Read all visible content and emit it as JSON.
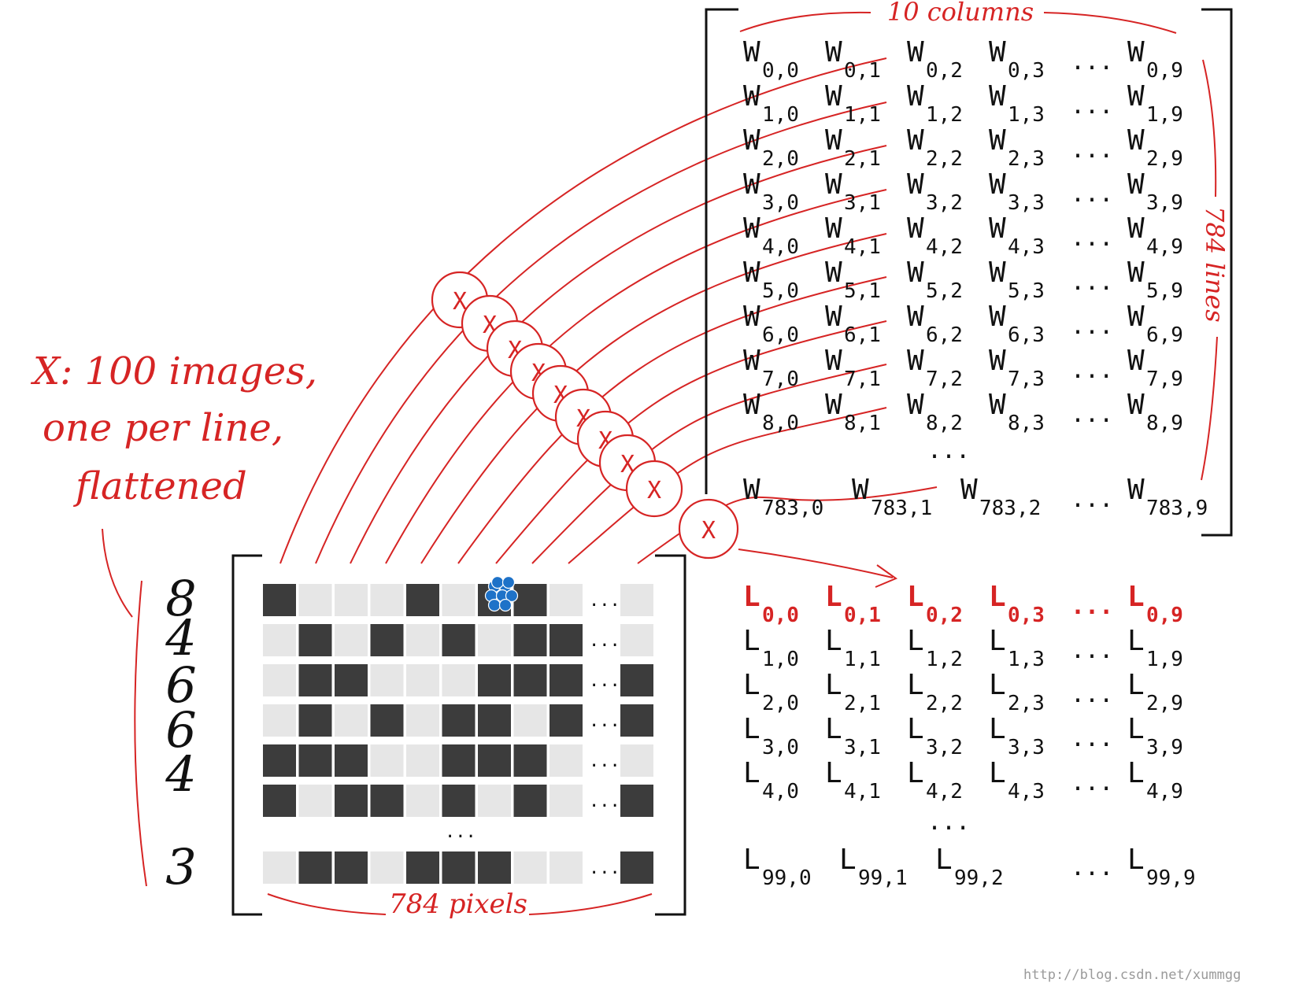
{
  "annotations": {
    "x_label_lines": [
      "X: 100 images,",
      "one per line,",
      "flattened"
    ],
    "columns_label": "10 columns",
    "lines_label": "784 lines",
    "pixels_label": "784 pixels",
    "watermark": "http://blog.csdn.net/xummgg"
  },
  "symbols": {
    "weight": "W",
    "logit": "L",
    "multiply": "X",
    "ellipsis": "..."
  },
  "digits": [
    "8",
    "4",
    "6",
    "6",
    "4",
    "3"
  ],
  "weights": {
    "visible_rows": [
      {
        "label": "W",
        "subs": [
          "0,0",
          "0,1",
          "0,2",
          "0,3",
          "0,9"
        ]
      },
      {
        "label": "W",
        "subs": [
          "1,0",
          "1,1",
          "1,2",
          "1,3",
          "1,9"
        ]
      },
      {
        "label": "W",
        "subs": [
          "2,0",
          "2,1",
          "2,2",
          "2,3",
          "2,9"
        ]
      },
      {
        "label": "W",
        "subs": [
          "3,0",
          "3,1",
          "3,2",
          "3,3",
          "3,9"
        ]
      },
      {
        "label": "W",
        "subs": [
          "4,0",
          "4,1",
          "4,2",
          "4,3",
          "4,9"
        ]
      },
      {
        "label": "W",
        "subs": [
          "5,0",
          "5,1",
          "5,2",
          "5,3",
          "5,9"
        ]
      },
      {
        "label": "W",
        "subs": [
          "6,0",
          "6,1",
          "6,2",
          "6,3",
          "6,9"
        ]
      },
      {
        "label": "W",
        "subs": [
          "7,0",
          "7,1",
          "7,2",
          "7,3",
          "7,9"
        ]
      },
      {
        "label": "W",
        "subs": [
          "8,0",
          "8,1",
          "8,2",
          "8,3",
          "8,9"
        ]
      }
    ],
    "last_row": {
      "label": "W",
      "subs": [
        "783,0",
        "783,1",
        "783,2",
        "783,9"
      ]
    }
  },
  "logits": {
    "visible_rows": [
      {
        "label": "L",
        "subs": [
          "0,0",
          "0,1",
          "0,2",
          "0,3",
          "0,9"
        ]
      },
      {
        "label": "L",
        "subs": [
          "1,0",
          "1,1",
          "1,2",
          "1,3",
          "1,9"
        ]
      },
      {
        "label": "L",
        "subs": [
          "2,0",
          "2,1",
          "2,2",
          "2,3",
          "2,9"
        ]
      },
      {
        "label": "L",
        "subs": [
          "3,0",
          "3,1",
          "3,2",
          "3,3",
          "3,9"
        ]
      },
      {
        "label": "L",
        "subs": [
          "4,0",
          "4,1",
          "4,2",
          "4,3",
          "4,9"
        ]
      }
    ],
    "last_row": {
      "label": "L",
      "subs": [
        "99,0",
        "99,1",
        "99,2",
        "99,9"
      ]
    }
  },
  "pixel_grid": [
    [
      1,
      0,
      0,
      0,
      1,
      0,
      1,
      1,
      0,
      0
    ],
    [
      0,
      1,
      0,
      1,
      0,
      1,
      0,
      1,
      1,
      0
    ],
    [
      0,
      1,
      1,
      0,
      0,
      0,
      1,
      1,
      1,
      1
    ],
    [
      0,
      1,
      0,
      1,
      0,
      1,
      1,
      0,
      1,
      1
    ],
    [
      1,
      1,
      1,
      0,
      0,
      1,
      1,
      1,
      0,
      0
    ],
    [
      1,
      0,
      1,
      1,
      0,
      1,
      0,
      1,
      0,
      1
    ],
    [
      0,
      1,
      1,
      0,
      1,
      1,
      1,
      0,
      0,
      1
    ]
  ],
  "colors": {
    "accent_red": "#d62424",
    "dark_pixel": "#3c3c3c",
    "light_pixel": "#e6e6e6",
    "ink": "#111111",
    "cursor_blue": "#1e72c8"
  },
  "icons": {
    "cursor": "blue-dot-cluster-icon"
  }
}
